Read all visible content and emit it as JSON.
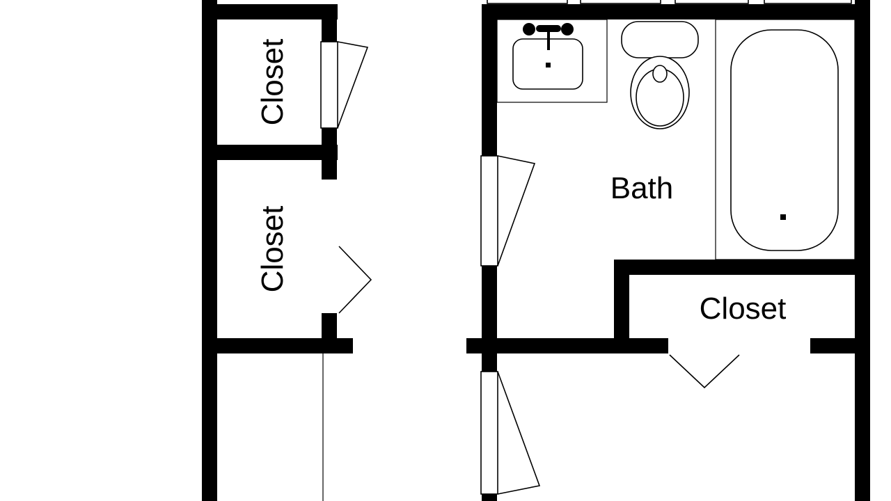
{
  "rooms": {
    "closet_top_left": "Closet",
    "closet_mid_left": "Closet",
    "bath": "Bath",
    "closet_right": "Closet"
  },
  "fixtures": [
    "sink",
    "toilet",
    "bathtub"
  ],
  "colors": {
    "wall": "#000000",
    "background": "#ffffff"
  }
}
